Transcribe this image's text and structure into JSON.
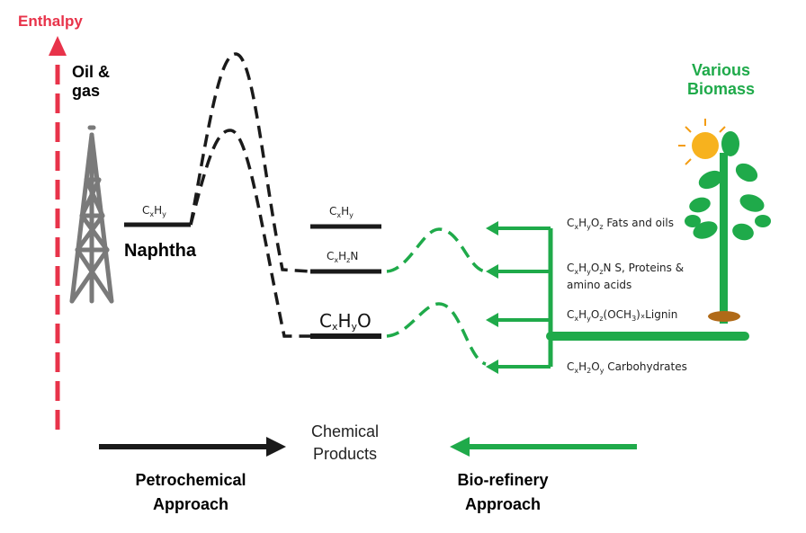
{
  "colors": {
    "enthalpy": "#e8334a",
    "petro": "#1a1a1a",
    "bio": "#1faa4a",
    "tower": "#7a7a7a",
    "sun": "#f7b21e"
  },
  "axis": {
    "label": "Enthalpy"
  },
  "oil_gas": {
    "label_line1": "Oil &",
    "label_line2": "gas",
    "icon": "oil-derrick-icon"
  },
  "biomass": {
    "label_line1": "Various",
    "label_line2": "Biomass",
    "icon": "plant-with-sun-icon"
  },
  "naphtha": {
    "formula_main": "C",
    "formula_sub1": "x",
    "formula_mid": "H",
    "formula_sub2": "y",
    "label": "Naphtha"
  },
  "levels": [
    {
      "c": "C",
      "s1": "x",
      "h": "H",
      "s2": "y",
      "rest": ""
    },
    {
      "c": "C",
      "s1": "x",
      "h": "H",
      "s2": "z",
      "rest": "N"
    },
    {
      "c": "C",
      "s1": "x",
      "h": "H",
      "s2": "y",
      "rest": "O"
    }
  ],
  "feedstocks": [
    {
      "p1": "C",
      "s1": "x",
      "p2": "H",
      "s2": "y",
      "p3": "O",
      "s3": "z",
      "text": " Fats and oils",
      "line2": ""
    },
    {
      "p1": "C",
      "s1": "x",
      "p2": "H",
      "s2": "y",
      "p3": "O",
      "s3": "z",
      "text": "N S, Proteins &",
      "line2": "amino acids"
    },
    {
      "p1": "C",
      "s1": "x",
      "p2": "H",
      "s2": "y",
      "p3": "O",
      "s3": "z",
      "text": "(OCH",
      "s4": "3",
      "text2": ")ₓLignin",
      "line2": ""
    },
    {
      "p1": "C",
      "s1": "x",
      "p2": "H",
      "s2": "2",
      "p3": "O",
      "s3": "y",
      "text": " Carbohydrates",
      "line2": ""
    }
  ],
  "center": {
    "line1": "Chemical",
    "line2": "Products"
  },
  "petro_approach": {
    "line1": "Petrochemical",
    "line2": "Approach"
  },
  "bio_approach": {
    "line1": "Bio-refinery",
    "line2": "Approach"
  }
}
